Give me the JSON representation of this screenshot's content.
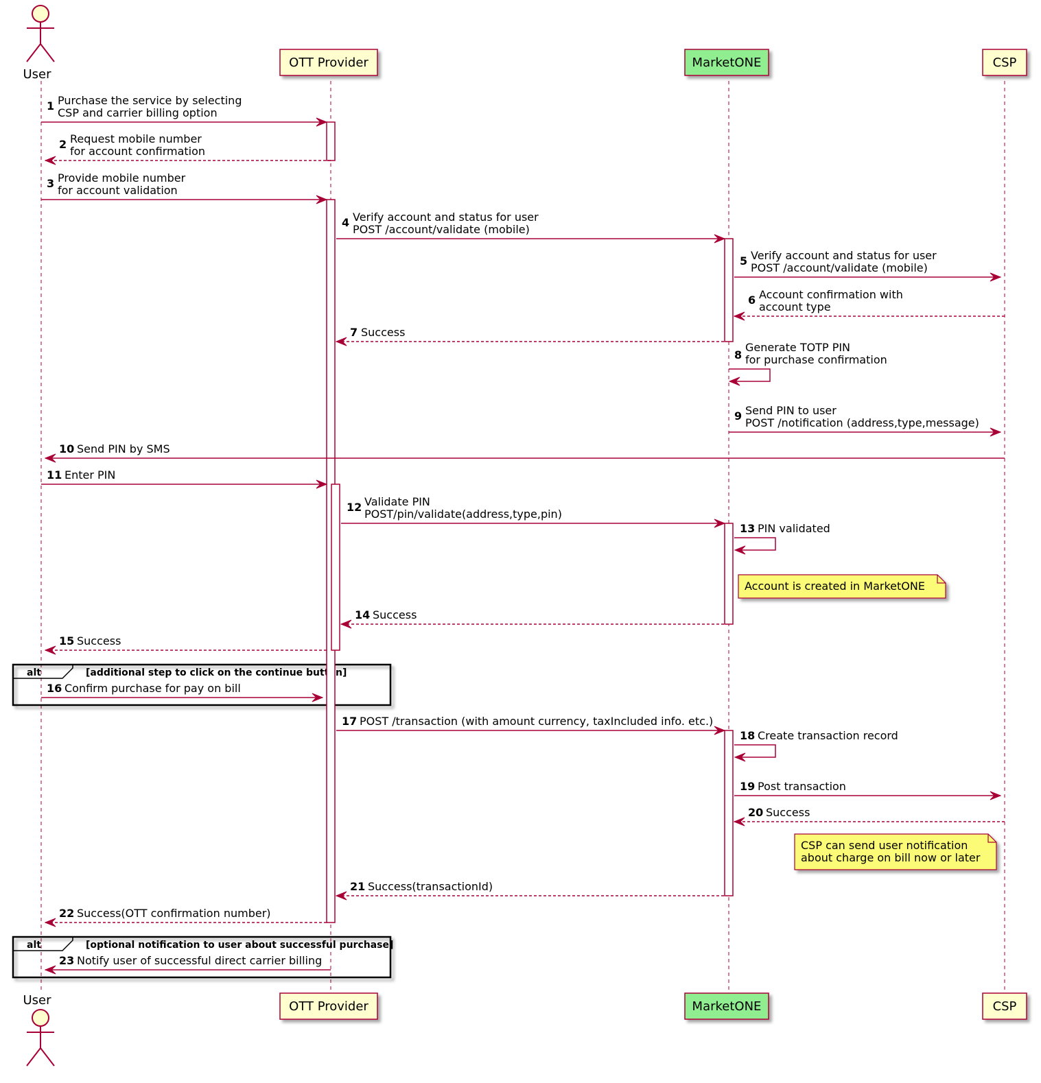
{
  "colors": {
    "arrow": "#A80036",
    "participant_fill": "#FEFECE",
    "marketone_fill": "#90EE90",
    "participant_border": "#A80036",
    "note_fill": "#FBFB77",
    "note_border": "#A80036",
    "activation_fill": "#FFFFFF"
  },
  "participants": [
    {
      "id": "user",
      "label": "User",
      "kind": "actor"
    },
    {
      "id": "ott",
      "label": "OTT Provider",
      "kind": "box"
    },
    {
      "id": "m1",
      "label": "MarketONE",
      "kind": "box",
      "highlight": true
    },
    {
      "id": "csp",
      "label": "CSP",
      "kind": "box"
    }
  ],
  "messages": [
    {
      "n": "1",
      "from": "user",
      "to": "ott",
      "dashed": false,
      "lines": [
        "Purchase the service by selecting",
        " CSP and carrier billing option"
      ]
    },
    {
      "n": "2",
      "from": "ott",
      "to": "user",
      "dashed": true,
      "lines": [
        "Request mobile number",
        "for account confirmation"
      ]
    },
    {
      "n": "3",
      "from": "user",
      "to": "ott",
      "dashed": false,
      "lines": [
        "Provide mobile number",
        "for account validation"
      ]
    },
    {
      "n": "4",
      "from": "ott",
      "to": "m1",
      "dashed": false,
      "lines": [
        "Verify account and status for user",
        "POST /account/validate (mobile)"
      ]
    },
    {
      "n": "5",
      "from": "m1",
      "to": "csp",
      "dashed": false,
      "lines": [
        "Verify account and status for user",
        "POST /account/validate (mobile)"
      ]
    },
    {
      "n": "6",
      "from": "csp",
      "to": "m1",
      "dashed": true,
      "lines": [
        "Account confirmation with",
        " account type"
      ]
    },
    {
      "n": "7",
      "from": "m1",
      "to": "ott",
      "dashed": true,
      "lines": [
        "Success"
      ]
    },
    {
      "n": "8",
      "from": "m1",
      "to": "m1",
      "dashed": false,
      "lines": [
        "Generate TOTP PIN",
        "for purchase confirmation"
      ]
    },
    {
      "n": "9",
      "from": "m1",
      "to": "csp",
      "dashed": false,
      "lines": [
        "Send PIN to user",
        "POST /notification (address,type,message)"
      ]
    },
    {
      "n": "10",
      "from": "csp",
      "to": "user",
      "dashed": false,
      "lines": [
        "Send PIN by SMS"
      ]
    },
    {
      "n": "11",
      "from": "user",
      "to": "ott",
      "dashed": false,
      "lines": [
        "Enter PIN"
      ]
    },
    {
      "n": "12",
      "from": "ott",
      "to": "m1",
      "dashed": false,
      "lines": [
        "Validate PIN",
        "POST/pin/validate(address,type,pin)"
      ]
    },
    {
      "n": "13",
      "from": "m1",
      "to": "m1",
      "dashed": false,
      "lines": [
        "PIN validated"
      ]
    },
    {
      "n": "14",
      "from": "m1",
      "to": "ott",
      "dashed": true,
      "lines": [
        "Success"
      ]
    },
    {
      "n": "15",
      "from": "ott",
      "to": "user",
      "dashed": true,
      "lines": [
        "Success"
      ]
    },
    {
      "n": "16",
      "from": "user",
      "to": "ott",
      "dashed": false,
      "lines": [
        "Confirm purchase for pay on bill"
      ]
    },
    {
      "n": "17",
      "from": "ott",
      "to": "m1",
      "dashed": false,
      "lines": [
        "POST /transaction (with amount currency, taxIncluded info. etc.)"
      ]
    },
    {
      "n": "18",
      "from": "m1",
      "to": "m1",
      "dashed": false,
      "lines": [
        "Create transaction record"
      ]
    },
    {
      "n": "19",
      "from": "m1",
      "to": "csp",
      "dashed": false,
      "lines": [
        "Post transaction"
      ]
    },
    {
      "n": "20",
      "from": "csp",
      "to": "m1",
      "dashed": true,
      "lines": [
        "Success"
      ]
    },
    {
      "n": "21",
      "from": "m1",
      "to": "ott",
      "dashed": true,
      "lines": [
        "Success(transactionId)"
      ]
    },
    {
      "n": "22",
      "from": "ott",
      "to": "user",
      "dashed": true,
      "lines": [
        "Success(OTT confirmation number)"
      ]
    },
    {
      "n": "23",
      "from": "ott",
      "to": "user",
      "dashed": false,
      "lines": [
        "Notify user of successful direct carrier billing"
      ]
    }
  ],
  "notes": [
    {
      "lines": [
        "Account is created in MarketONE"
      ]
    },
    {
      "lines": [
        "CSP can send user notification",
        "about charge on bill now or later"
      ]
    }
  ],
  "alt_frames": [
    {
      "keyword": "alt",
      "condition": "[additional step to click on the continue button]"
    },
    {
      "keyword": "alt",
      "condition": "[optional notification to user about successful purchase]"
    }
  ]
}
